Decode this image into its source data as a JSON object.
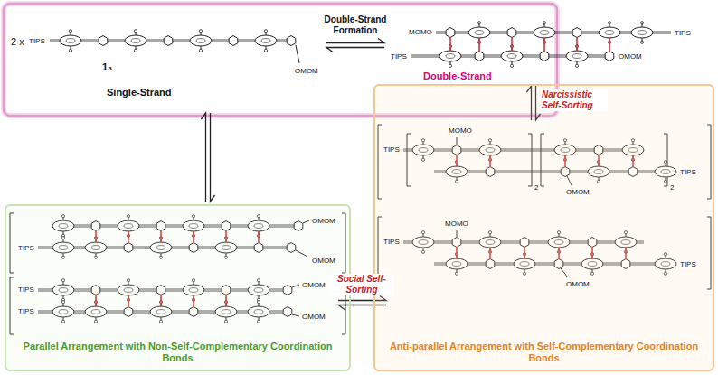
{
  "diagram": {
    "nodes": [
      {
        "text": [
          "2 x",
          "TIPS",
          "1₃",
          "OMOM",
          "Single-Strand"
        ]
      },
      {
        "text": [
          "MOMO",
          "TIPS",
          "TIPS",
          "OMOM",
          "Double-Strand"
        ]
      },
      {
        "text": [
          "Parallel Arrangement with Non-Self-Complementary Coordination Bonds"
        ]
      },
      {
        "text": [
          "TIPS",
          "OMOM",
          "OMOM"
        ],
        "in": 2
      },
      {
        "text": [
          "TIPS",
          "TIPS",
          "OMOM",
          "OMOM"
        ],
        "in": 2
      },
      {
        "text": [
          "Anti-parallel Arrangement with Self-Complementary Coordination Bonds"
        ]
      },
      {
        "text": [
          "TIPS",
          "MOMO",
          "2",
          "OMOM",
          "2",
          "TIPS"
        ],
        "in": 5
      },
      {
        "text": [
          "TIPS",
          "MOMO",
          "OMOM",
          "TIPS"
        ],
        "in": 5
      }
    ],
    "edges": [
      {
        "from": 0,
        "to": 1,
        "arrow": "both",
        "label": "Double-Strand Formation"
      },
      {
        "from": 0,
        "to": 2,
        "arrow": "both"
      },
      {
        "from": 1,
        "to": 6,
        "arrow": "both",
        "label": "Narcissistic Self-Sorting"
      },
      {
        "from": 2,
        "to": 5,
        "arrow": "both",
        "label": "Social Self-Sorting"
      }
    ]
  }
}
